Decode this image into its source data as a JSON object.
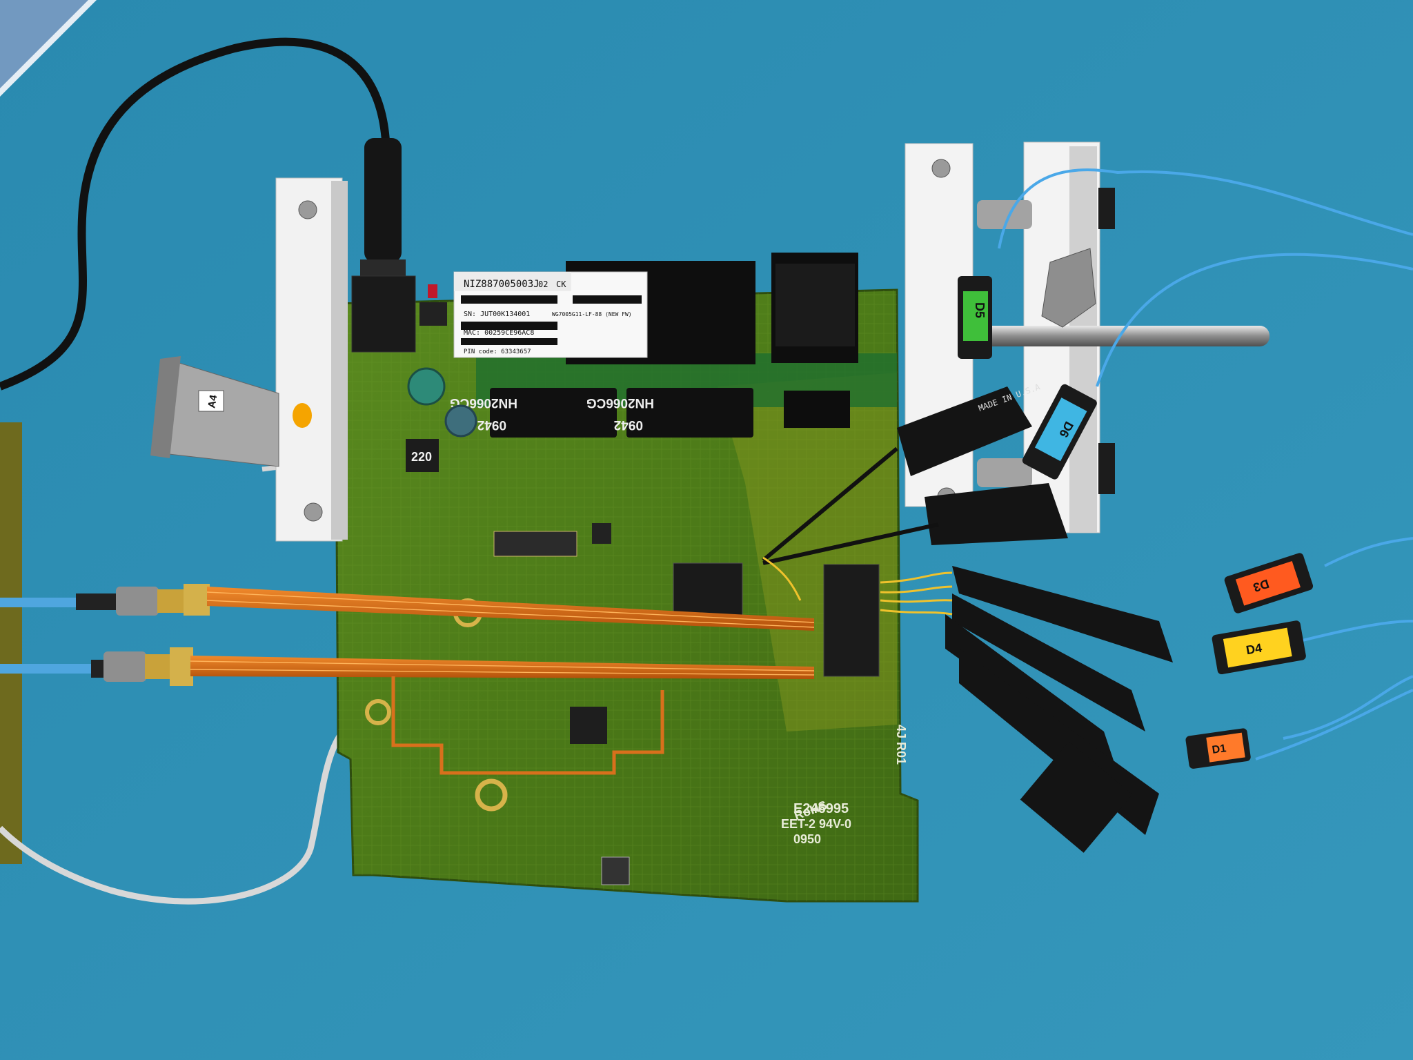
{
  "sticker": {
    "serial_top": "NIZ887005003J",
    "rev": "02",
    "ck": "CK",
    "sn": "SN: JUT00K134001",
    "model": "WG7005G11-LF-88 (NEW FW)",
    "mac": "MAC: 00259CE96AC8",
    "pin": "PIN code: 63343657"
  },
  "transformers": [
    {
      "part": "HN2066CG",
      "code": "0942"
    },
    {
      "part": "HN2066CG",
      "code": "0942"
    }
  ],
  "inductor_label": "220",
  "connector_tag": "A4",
  "board_marks": {
    "ul_number": "E246995",
    "rating": "EET-2 94V-0",
    "date_code": "0950",
    "rohs": "RoHS",
    "side_code": "4J R01"
  },
  "probe_clips": [
    {
      "label": "D5",
      "color": "#3fbf3a"
    },
    {
      "label": "D6",
      "color": "#3fb6e3"
    },
    {
      "label": "D3",
      "color": "#ff5a1f"
    },
    {
      "label": "D4",
      "color": "#ffd21f"
    },
    {
      "label": "D1",
      "color": "#ff7a2a"
    }
  ],
  "hook_text": "MADE IN U.S.A",
  "colors": {
    "background": "#2f8fb3",
    "pcb": "#4f7f1c",
    "flex_cable": "#d86a12",
    "probe_wire": "#4aa8e8"
  }
}
